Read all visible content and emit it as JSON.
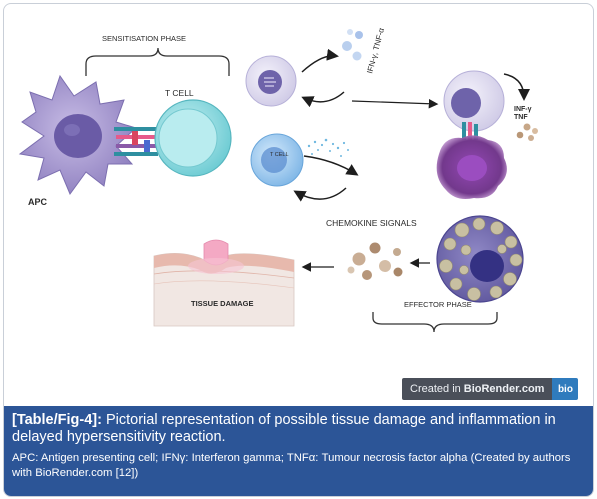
{
  "diagram": {
    "sensitisation_label": "SENSITISATION PHASE",
    "tcell_label": "T CELL",
    "apc_label": "APC",
    "ifn_label": "IFN-γ, TNF-α",
    "small_tcell_label": "T CELL",
    "inf_label_line1": "INF-γ",
    "inf_label_line2": "TNF",
    "chemokine_label": "CHEMOKINE SIGNALS",
    "tissue_label": "TISSUE DAMAGE",
    "effector_label": "EFFECTOR PHASE",
    "colors": {
      "apc": "#9a8cc4",
      "tcell": "#8ad6dc",
      "macrophage": "#6b2e86",
      "caption_bg": "#2c5597"
    }
  },
  "badge": {
    "created_text": "Created in",
    "brand_text": "BioRender.com",
    "logo_text": "bio"
  },
  "caption": {
    "label": "[Table/Fig-4]:",
    "title": " Pictorial representation of possible tissue damage and inflammation in delayed hypersensitivity reaction.",
    "note": "APC: Antigen presenting cell; IFNγ: Interferon gamma; TNFα: Tumour necrosis factor alpha (Created by authors with BioRender.com [12])"
  }
}
